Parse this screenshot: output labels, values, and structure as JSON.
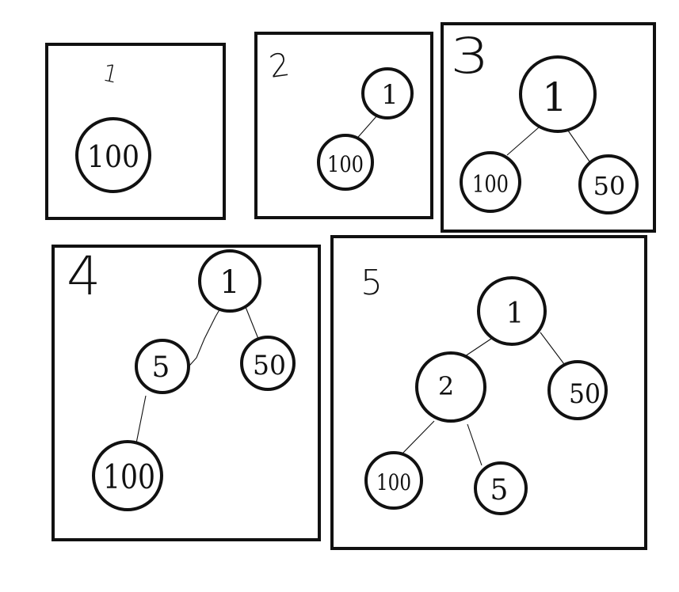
{
  "colors": {
    "ink": "#111111",
    "paper": "#ffffff"
  },
  "panels": [
    {
      "label": "1",
      "nodes": [
        {
          "id": "a",
          "value": "100"
        }
      ],
      "edges": []
    },
    {
      "label": "2",
      "nodes": [
        {
          "id": "a",
          "value": "1"
        },
        {
          "id": "b",
          "value": "100"
        }
      ],
      "edges": [
        [
          "a",
          "b"
        ]
      ]
    },
    {
      "label": "3",
      "nodes": [
        {
          "id": "a",
          "value": "1"
        },
        {
          "id": "b",
          "value": "100"
        },
        {
          "id": "c",
          "value": "50"
        }
      ],
      "edges": [
        [
          "a",
          "b"
        ],
        [
          "a",
          "c"
        ]
      ]
    },
    {
      "label": "4",
      "nodes": [
        {
          "id": "a",
          "value": "1"
        },
        {
          "id": "b",
          "value": "5"
        },
        {
          "id": "c",
          "value": "50"
        },
        {
          "id": "d",
          "value": "100"
        }
      ],
      "edges": [
        [
          "a",
          "b"
        ],
        [
          "a",
          "c"
        ],
        [
          "b",
          "d"
        ]
      ]
    },
    {
      "label": "5",
      "nodes": [
        {
          "id": "a",
          "value": "1"
        },
        {
          "id": "b",
          "value": "2"
        },
        {
          "id": "c",
          "value": "50"
        },
        {
          "id": "d",
          "value": "100"
        },
        {
          "id": "e",
          "value": "5"
        }
      ],
      "edges": [
        [
          "a",
          "b"
        ],
        [
          "a",
          "c"
        ],
        [
          "b",
          "d"
        ],
        [
          "b",
          "e"
        ]
      ]
    }
  ]
}
